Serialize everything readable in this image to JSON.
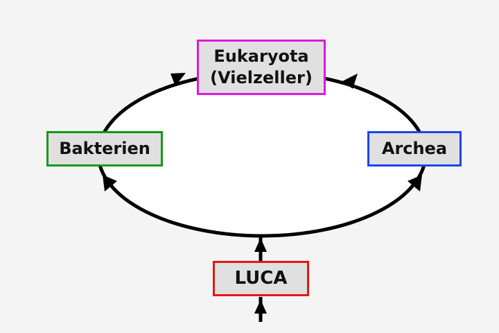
{
  "diagram": {
    "nodes": [
      {
        "id": "eukaryota",
        "line1": "Eukaryota",
        "line2": "(Vielzeller)",
        "color": "#dd18dd"
      },
      {
        "id": "bakterien",
        "label": "Bakterien",
        "color": "#129a12"
      },
      {
        "id": "archea",
        "label": "Archea",
        "color": "#1a45ee"
      },
      {
        "id": "luca",
        "label": "LUCA",
        "color": "#e81414"
      }
    ],
    "edges": [
      {
        "from": "incoming",
        "to": "luca"
      },
      {
        "from": "luca",
        "to": "ellipse-bottom"
      },
      {
        "from": "ellipse",
        "to": "bakterien"
      },
      {
        "from": "ellipse",
        "to": "archea"
      },
      {
        "from": "bakterien",
        "to": "eukaryota"
      },
      {
        "from": "archea",
        "to": "eukaryota"
      }
    ],
    "colors": {
      "background": "#f4f4f4",
      "ellipse_fill": "#ffffff",
      "stroke": "#000000",
      "node_fill": "#e0e0e0"
    }
  }
}
